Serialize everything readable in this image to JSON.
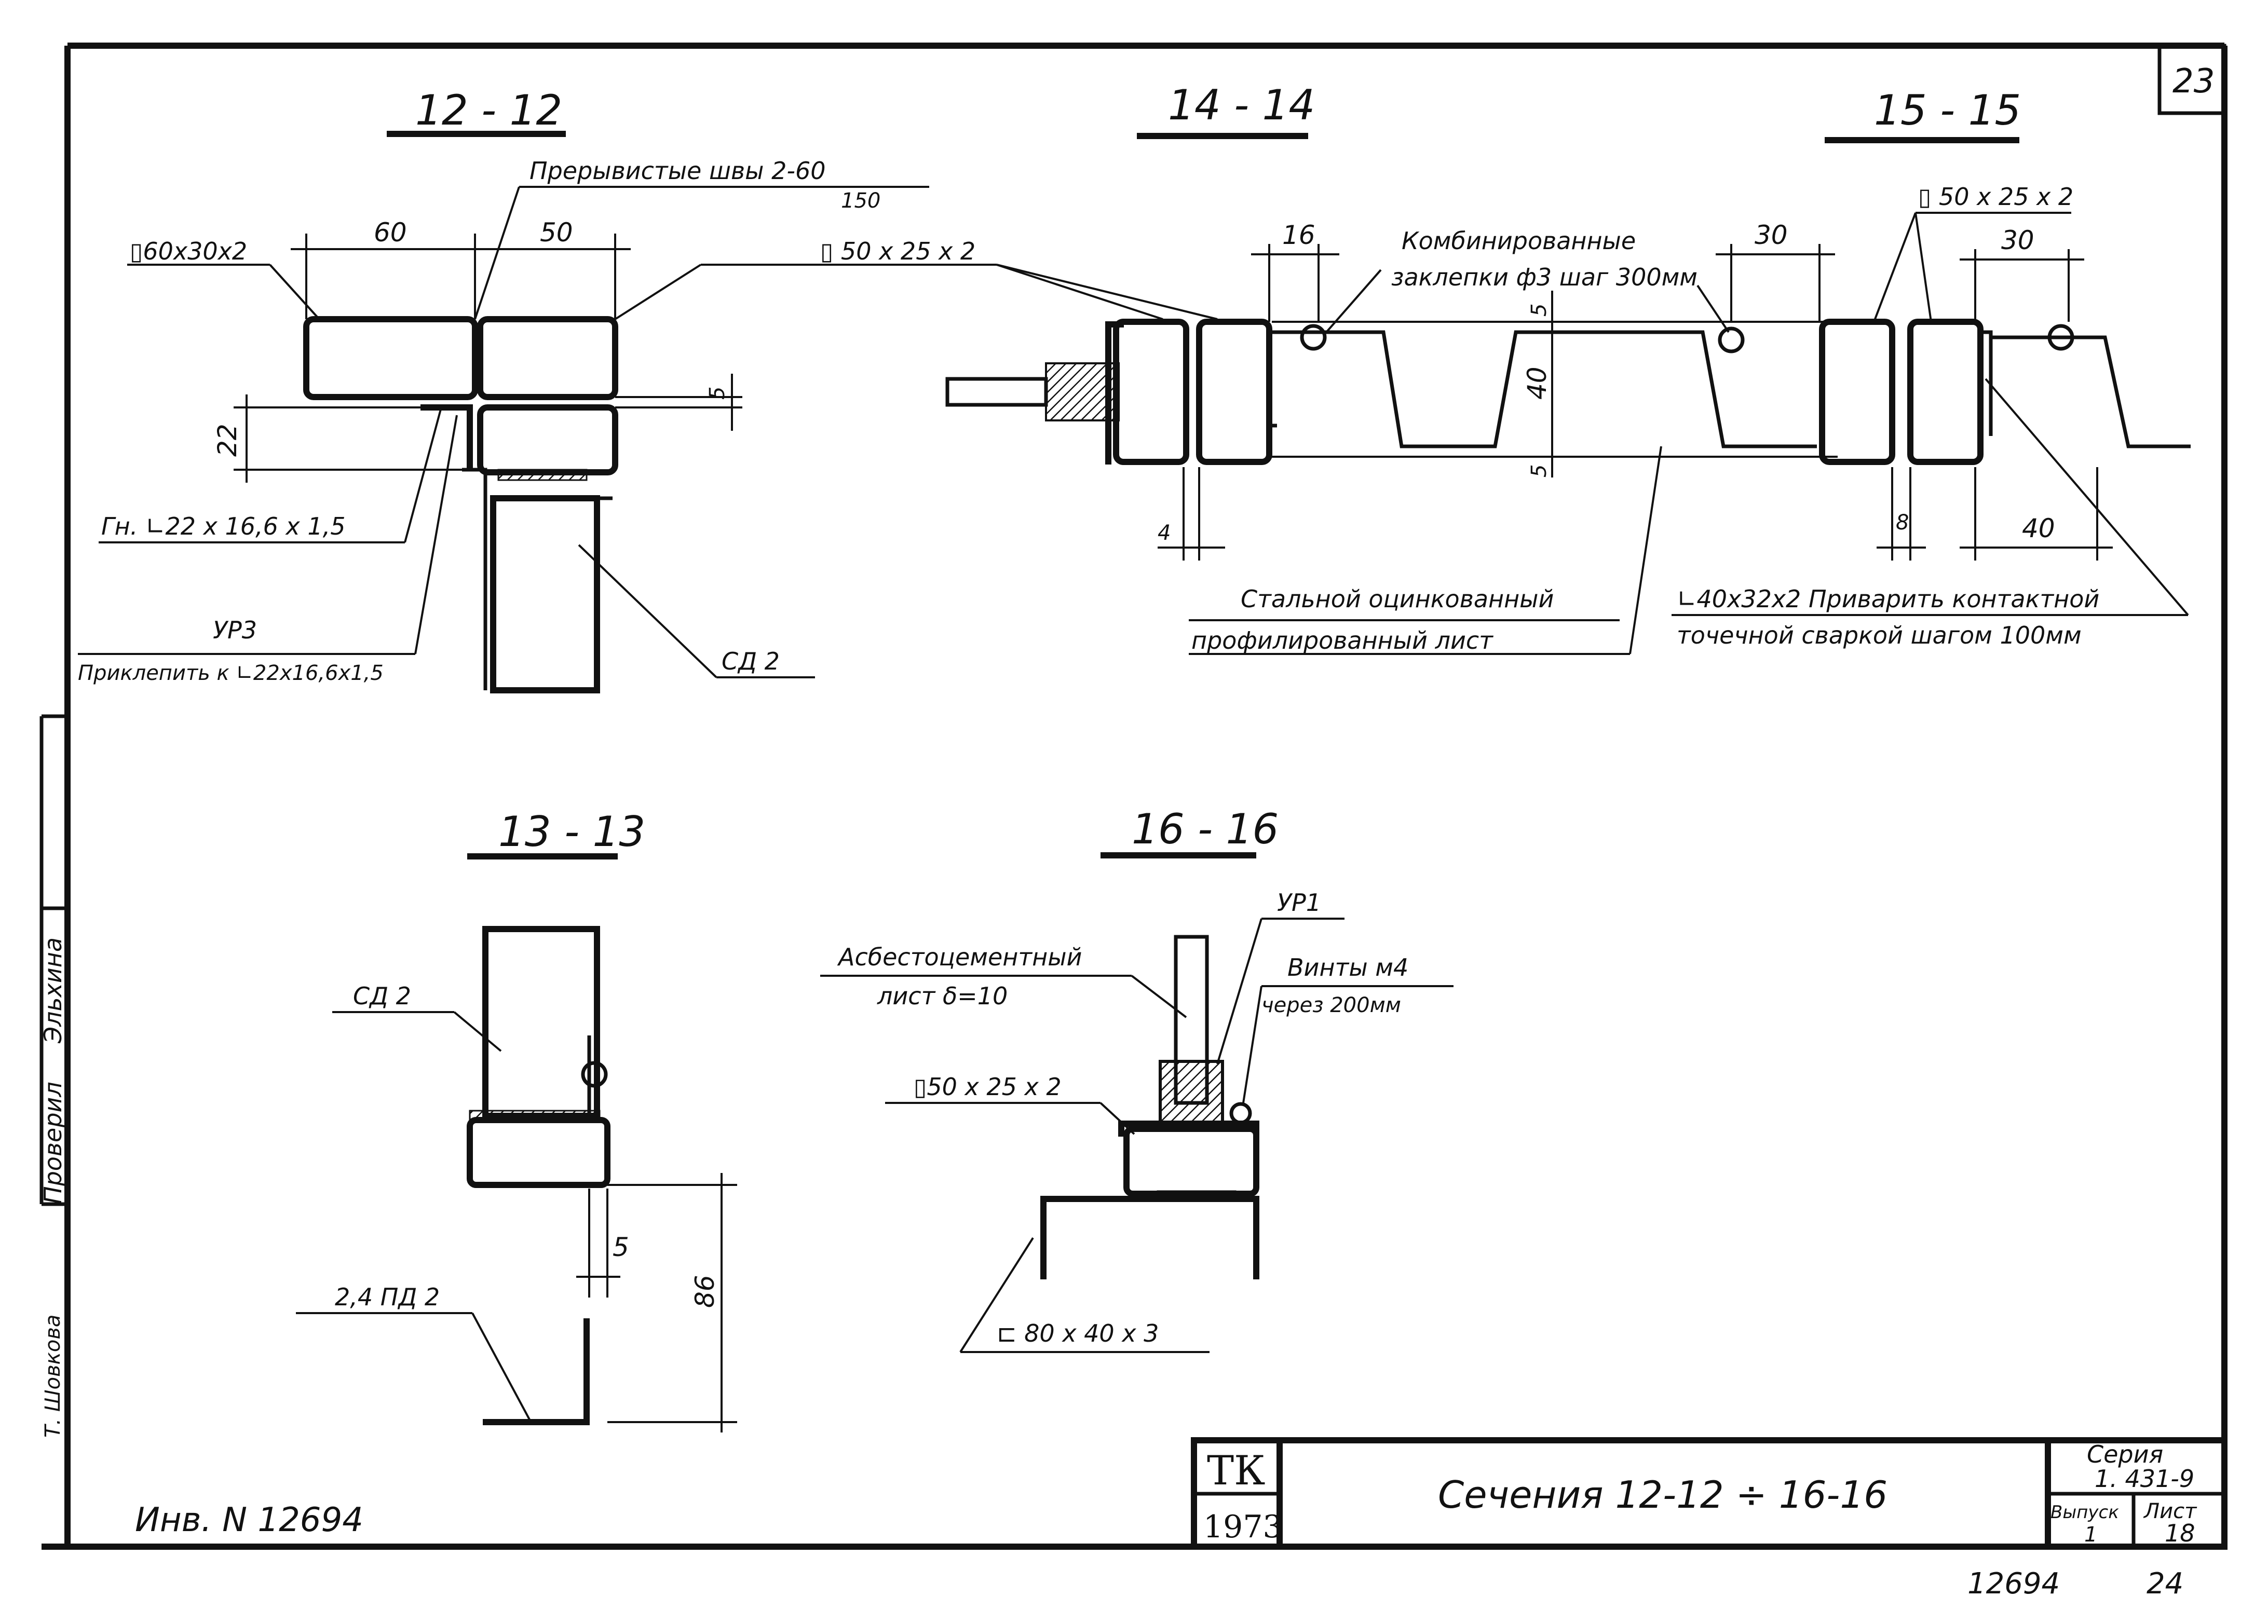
{
  "sheet": {
    "sheet_corner_number": "23",
    "inventory_left": "Инв. N 12694",
    "bottom_right_number": "12694",
    "bottom_right_sheet": "24"
  },
  "sections": {
    "s12": {
      "title": "12 - 12",
      "weld_label": "Прерывистые швы 2-60",
      "weld_pitch": "150",
      "tube_left": "▯60х30х2",
      "tube_right": "▯ 50 х 25 х 2",
      "dim_60": "60",
      "dim_50": "50",
      "dim_22": "22",
      "dim_5": "5",
      "angle": "Гн. ∟22 х 16,6 х 1,5",
      "ur3": "УР3",
      "ur3_note": "Приклепить к ∟22х16,6х1,5",
      "sd2": "СД 2"
    },
    "s13": {
      "title": "13 - 13",
      "sd2": "СД 2",
      "part": "2,4 ПД 2",
      "dim_5": "5",
      "dim_86": "86"
    },
    "s14": {
      "title": "14 - 14",
      "rivets_1": "Комбинированные",
      "rivets_2": "заклепки ф3 шаг 300мм",
      "dim_16": "16",
      "dim_30": "30",
      "dim_5a": "5",
      "dim_40": "40",
      "dim_5b": "5",
      "dim_4": "4",
      "sheet_1": "Стальной оцинкованный",
      "sheet_2": "профилированный лист"
    },
    "s15": {
      "title": "15 - 15",
      "tube": "▯ 50 х 25 х 2",
      "dim_30": "30",
      "dim_8": "8",
      "dim_40": "40",
      "angle_1": "∟40х32х2 Приварить контактной",
      "angle_2": "точечной сваркой шагом 100мм"
    },
    "s16": {
      "title": "16 - 16",
      "ur1": "УР1",
      "asb_1": "Асбестоцементный",
      "asb_2": "лист δ=10",
      "screws_1": "Винты м4",
      "screws_2": "через 200мм",
      "tube": "▯50 х 25 х 2",
      "channel": "⊏ 80 х 40 х 3"
    }
  },
  "title_block": {
    "org": "ТК",
    "year": "1973",
    "title": "Сечения 12-12 ÷ 16-16",
    "series_label": "Серия",
    "series_value": "1. 431-9",
    "issue_label": "Выпуск",
    "issue_value": "1",
    "sheet_label": "Лист",
    "sheet_value": "18"
  },
  "side_stamp": {
    "checked": "Проверил",
    "name_1": "Эльхина",
    "author": "Т. Шовкова"
  }
}
